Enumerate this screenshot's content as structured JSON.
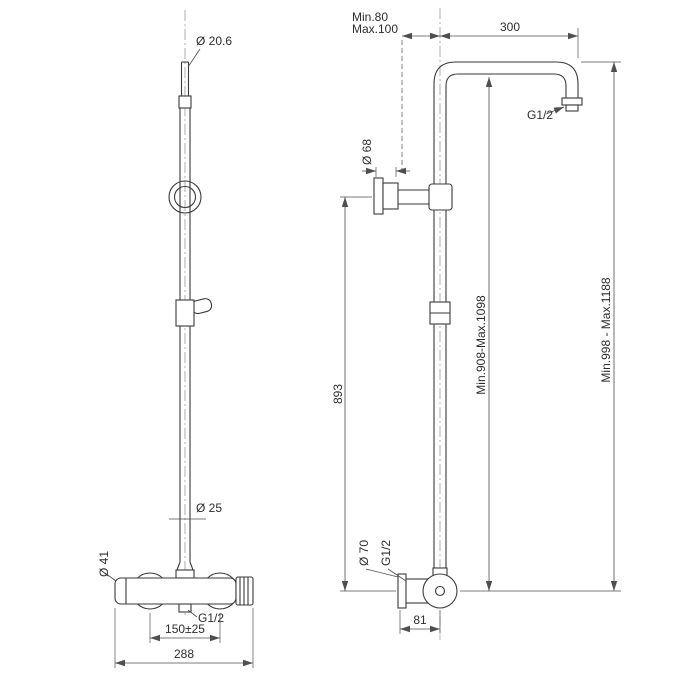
{
  "drawing": {
    "title": "shower-column-dimensional-drawing",
    "colors": {
      "line": "#3a3a3a",
      "dim": "#4f4f4f",
      "background": "#ffffff"
    },
    "front": {
      "top_diameter": "Ø 20.6",
      "riser_diameter": "Ø 25",
      "valve_diameter": "Ø 41",
      "outlet_thread": "G1/2",
      "inlet_spacing": "150±25",
      "overall_width": "288"
    },
    "side": {
      "wall_min": "Min.80",
      "wall_max": "Max.100",
      "arm_projection": "300",
      "arm_thread": "G1/2",
      "bracket_diameter": "Ø 68",
      "riser_height": "893",
      "head_height": "Min.908-Max.1098",
      "overall_height": "Min.998 - Max.1188",
      "rosette_diameter": "Ø 70",
      "inlet_thread": "G1/2",
      "valve_depth": "81"
    }
  }
}
